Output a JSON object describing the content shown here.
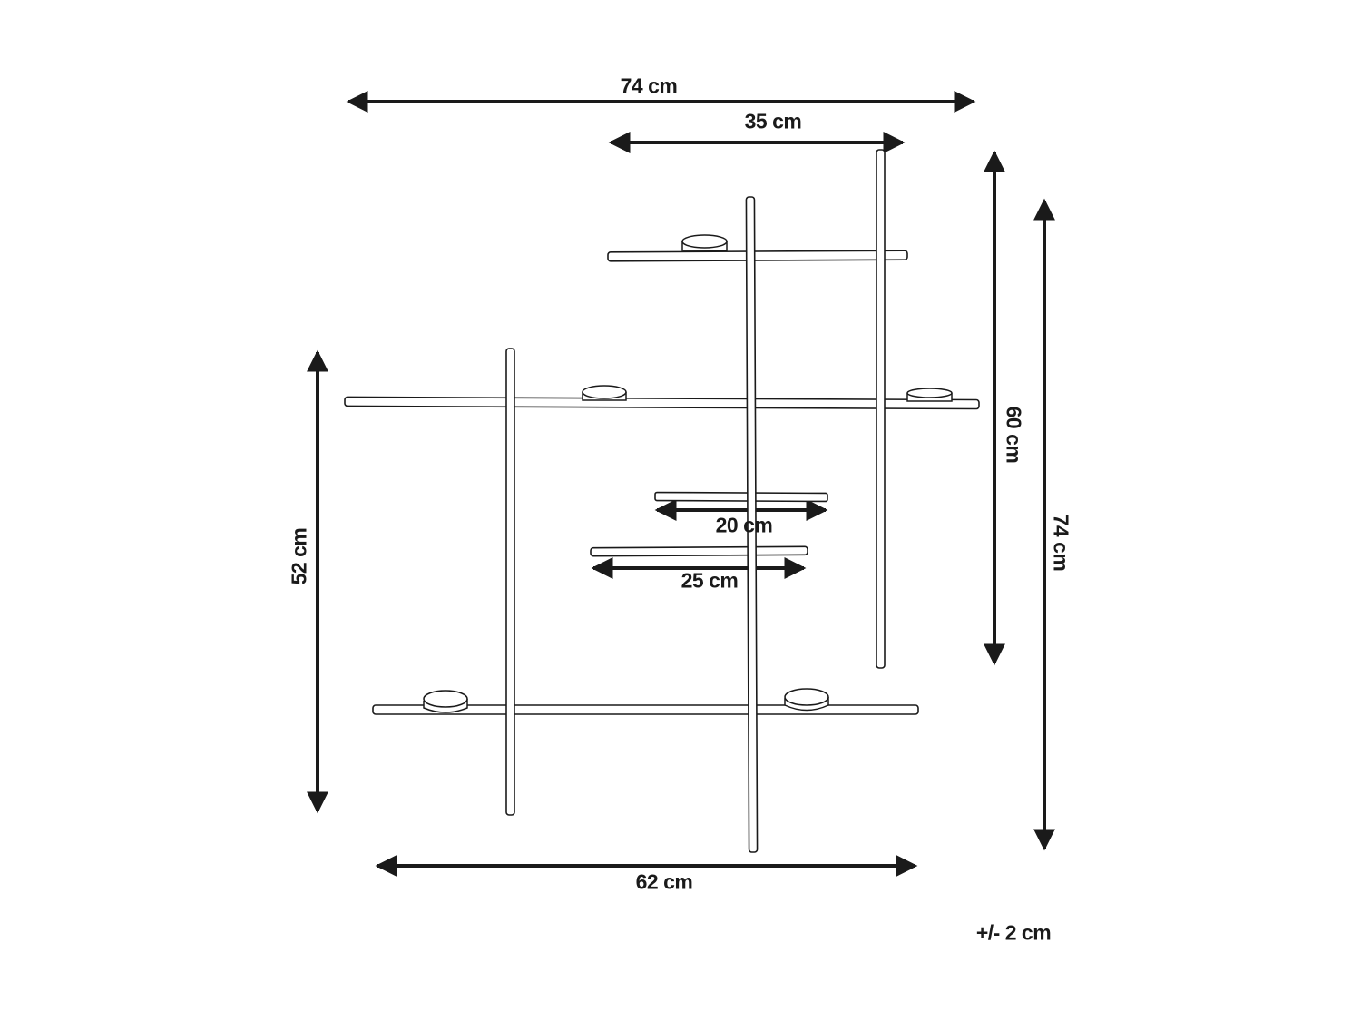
{
  "diagram": {
    "subject": "wall shelf with candle holders",
    "stroke_color": "#1a1a1a",
    "background": "#ffffff",
    "dimensions": {
      "overall_width": "74 cm",
      "top_shelf_width": "35 cm",
      "shelf_small_upper_width": "20 cm",
      "shelf_small_lower_width": "25 cm",
      "bottom_shelf_width": "62 cm",
      "left_bar_height": "52 cm",
      "right_bar_height": "60 cm",
      "overall_height": "74 cm"
    },
    "tolerance": "+/- 2 cm"
  }
}
